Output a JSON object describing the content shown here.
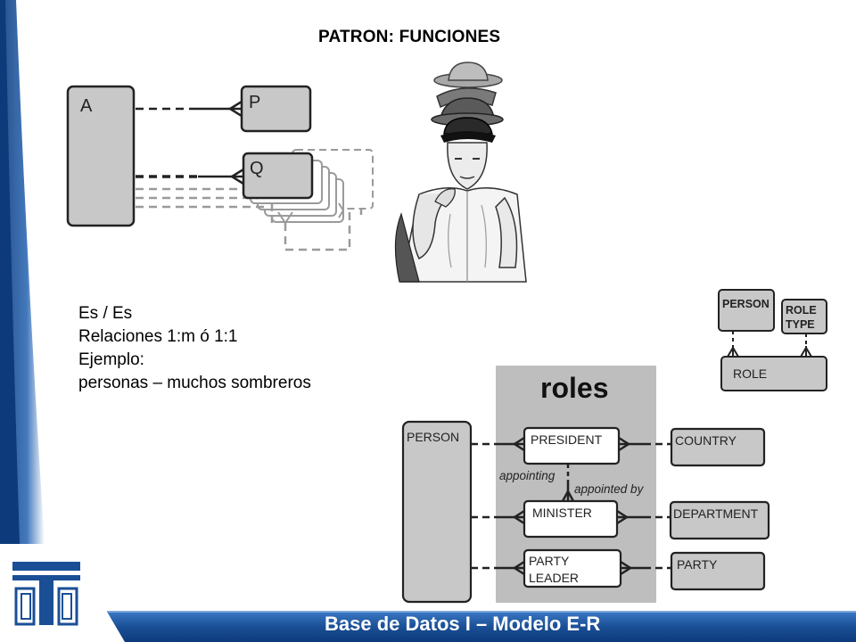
{
  "slide": {
    "title": "PATRON: FUNCIONES",
    "bullets": [
      "Es / Es",
      "Relaciones 1:m  ó 1:1",
      "Ejemplo:",
      "personas – muchos sombreros"
    ],
    "footer": "Base de Datos I – Modelo E-R"
  },
  "diagram_pattern": {
    "entity_a": "A",
    "entity_p": "P",
    "entity_q": "Q"
  },
  "diagram_small": {
    "person": "PERSON",
    "role_type": "ROLE TYPE",
    "role": "ROLE"
  },
  "diagram_roles": {
    "panel_title": "roles",
    "person": "PERSON",
    "president": "PRESIDENT",
    "minister": "MINISTER",
    "party_leader": "PARTY LEADER",
    "country": "COUNTRY",
    "department": "DEPARTMENT",
    "party": "PARTY",
    "appointing": "appointing",
    "appointed_by": "appointed by"
  },
  "colors": {
    "entity_fill": "#c8c8c8",
    "entity_stroke": "#222222",
    "panel_fill": "#bebebe",
    "footer_blue": "#1a4f96",
    "accent_dark_blue": "#0d3a7a"
  }
}
